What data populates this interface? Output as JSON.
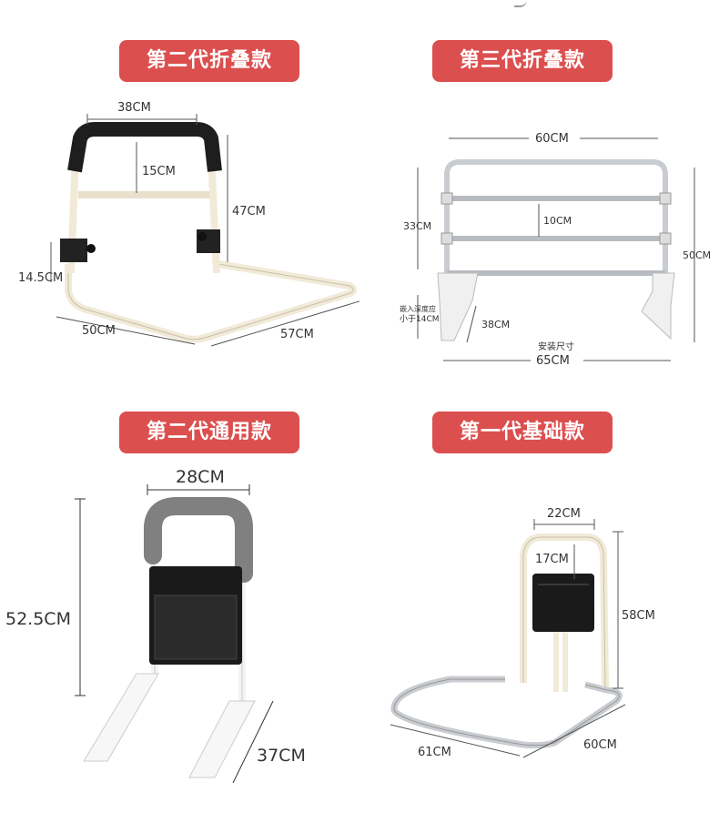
{
  "colors": {
    "badge": "#dc4f4f",
    "frame_cream": "#f1ead8",
    "frame_black": "#1e1e1e",
    "chrome": "#c9ccd0",
    "grip_grey": "#808080"
  },
  "panels": [
    {
      "badge": "第二代折叠款",
      "dims": {
        "width_top": "38CM",
        "inner_drop": "15CM",
        "height": "47CM",
        "clamp": "14.5CM",
        "base_left": "50CM",
        "base_right": "57CM"
      }
    },
    {
      "badge": "第三代折叠款",
      "dims": {
        "width_top": "60CM",
        "rail_gap": "10CM",
        "left_height": "33CM",
        "right_height": "50CM",
        "insert_note_1": "嵌入深度应",
        "insert_note_2": "小于14CM",
        "foot": "38CM",
        "install_label": "安装尺寸",
        "install_width": "65CM"
      }
    },
    {
      "badge": "第二代通用款",
      "dims": {
        "width_top": "28CM",
        "height": "52.5CM",
        "foot": "37CM"
      }
    },
    {
      "badge": "第一代基础款",
      "dims": {
        "width_top": "22CM",
        "bag_drop": "17CM",
        "height": "58CM",
        "base_left": "61CM",
        "base_right": "60CM"
      }
    }
  ]
}
